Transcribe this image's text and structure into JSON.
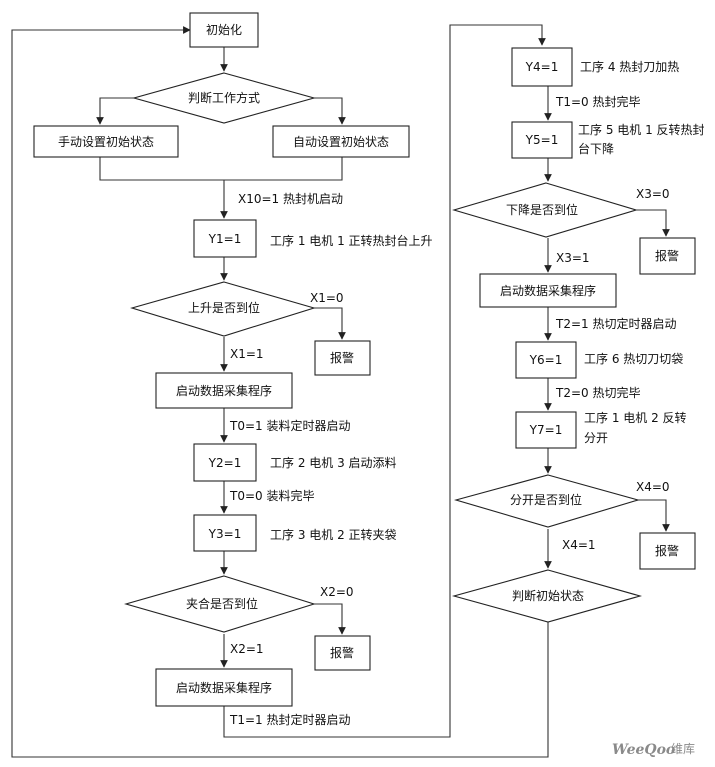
{
  "nodes": {
    "init": "初始化",
    "judge_mode": "判断工作方式",
    "manual_init": "手动设置初始状态",
    "auto_init": "自动设置初始状态",
    "y1": "Y1=1",
    "rise_check": "上升是否到位",
    "alarm1": "报警",
    "collect1": "启动数据采集程序",
    "y2": "Y2=1",
    "y3": "Y3=1",
    "clamp_check": "夹合是否到位",
    "alarm2": "报警",
    "collect2": "启动数据采集程序",
    "y4": "Y4=1",
    "y5": "Y5=1",
    "descend_check": "下降是否到位",
    "alarm3": "报警",
    "collect3": "启动数据采集程序",
    "y6": "Y6=1",
    "y7": "Y7=1",
    "open_check": "分开是否到位",
    "alarm4": "报警",
    "judge_init": "判断初始状态"
  },
  "labels": {
    "x10": "X10=1 热封机启动",
    "step1": "工序 1 电机 1 正转热封台上升",
    "x1_0": "X1=0",
    "x1_1": "X1=1",
    "t0_1": "T0=1 装料定时器启动",
    "step2": "工序 2 电机 3 启动添料",
    "t0_0": "T0=0 装料完毕",
    "step3": "工序 3 电机 2 正转夹袋",
    "x2_0": "X2=0",
    "x2_1": "X2=1",
    "t1_1": "T1=1 热封定时器启动",
    "step4": "工序 4 热封刀加热",
    "t1_0": "T1=0 热封完毕",
    "step5_a": "工序 5 电机 1 反转热封",
    "step5_b": "台下降",
    "x3_0": "X3=0",
    "x3_1": "X3=1",
    "t2_1": "T2=1 热切定时器启动",
    "step6": "工序 6 热切刀切袋",
    "t2_0": "T2=0 热切完毕",
    "step7_a": "工序 1 电机 2 反转",
    "step7_b": "分开",
    "x4_0": "X4=0",
    "x4_1": "X4=1"
  },
  "watermark": {
    "brand": "WeeQoo",
    "site": "维库"
  }
}
